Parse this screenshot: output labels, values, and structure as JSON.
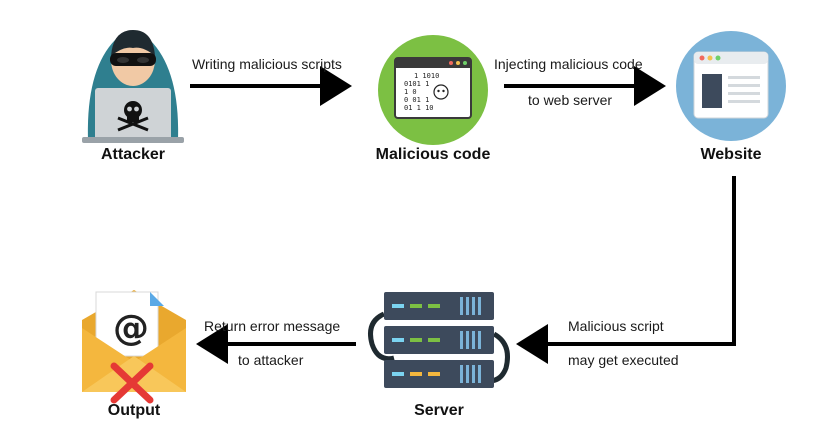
{
  "nodes": {
    "attacker": "Attacker",
    "malicious_code": "Malicious code",
    "website": "Website",
    "server": "Server",
    "output": "Output"
  },
  "edges": {
    "writing": "Writing malicious scripts",
    "injecting_1": "Injecting malicious code",
    "injecting_2": "to web server",
    "executed_1": "Malicious script",
    "executed_2": "may get executed",
    "return_1": "Return error message",
    "return_2": "to attacker"
  },
  "code_lines": [
    "1 1010",
    "0101 1",
    "1 0",
    "0 01 1",
    "01 1 10"
  ],
  "colors": {
    "arrow": "#000000",
    "green": "#7cc043",
    "blue_circle": "#7bb3d8",
    "envelope": "#f4b73e",
    "server": "#3d4a5c",
    "hood": "#2f7f8f",
    "red_x": "#e53935"
  }
}
